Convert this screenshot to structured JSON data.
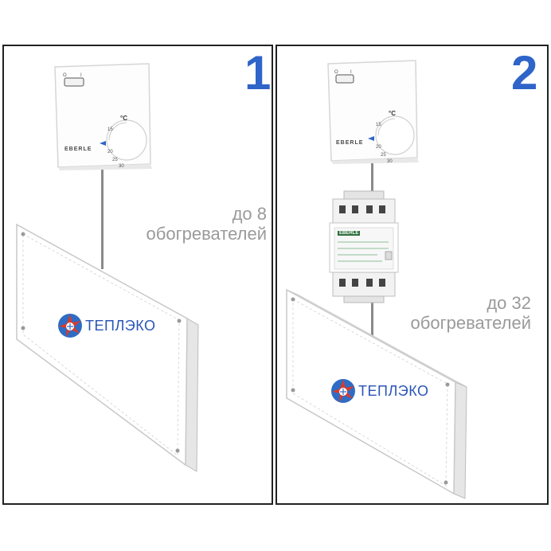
{
  "panels": [
    {
      "number": "1",
      "caption_line1": "до 8",
      "caption_line2": "обогревателей",
      "has_contactor": false,
      "thermostat": {
        "brand": "EBERLE",
        "unit": "°C",
        "scale": [
          "15",
          "20",
          "25",
          "30"
        ]
      },
      "heater": {
        "brand": "ТЕПЛЭКО"
      }
    },
    {
      "number": "2",
      "caption_line1": "до 32",
      "caption_line2": "обогревателей",
      "has_contactor": true,
      "thermostat": {
        "brand": "EBERLE",
        "unit": "°C",
        "scale": [
          "15",
          "20",
          "25",
          "30"
        ]
      },
      "contactor": {
        "brand": "EBERLE"
      },
      "heater": {
        "brand": "ТЕПЛЭКО"
      }
    }
  ],
  "colors": {
    "number": "#2f64c9",
    "caption": "#9a9a9a",
    "wire": "#8a8a8a",
    "brand_blue": "#2a55b8",
    "logo_red": "#d93a2b",
    "logo_blue": "#2f6cc4"
  }
}
